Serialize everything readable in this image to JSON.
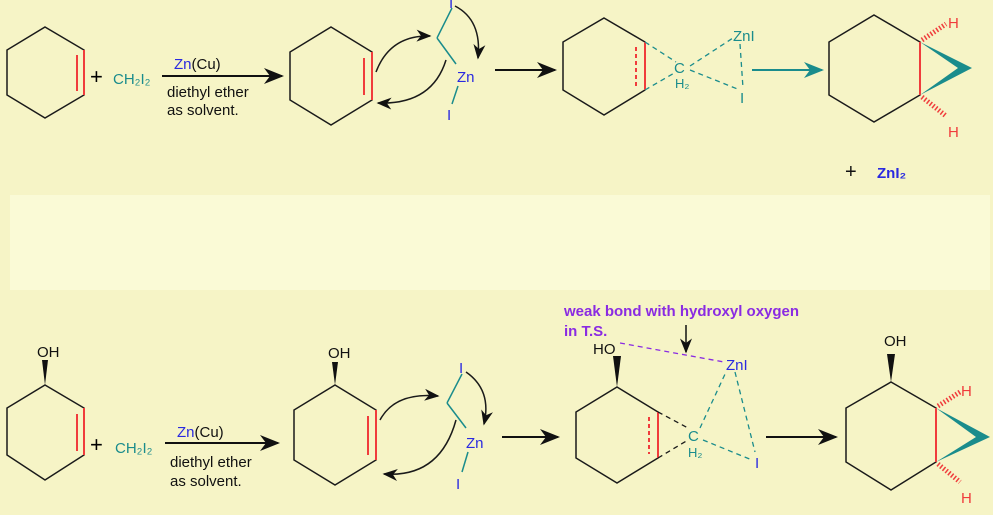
{
  "colors": {
    "background": "#f6f4c6",
    "band": "#fafad6",
    "alkene_bond": "#f03c3c",
    "carbenoid": "#1a8c8c",
    "zinc": "#2a2ae0",
    "annotation": "#8a2be2",
    "hydrogen": "#f03c3c"
  },
  "top": {
    "plus": "+",
    "reagent": "CH₂I₂",
    "arrow_above": "Zn(Cu)",
    "arrow_below_1": "diethyl ether",
    "arrow_below_2": "as solvent.",
    "carbenoid_i_top": "I",
    "carbenoid_zn": "Zn",
    "carbenoid_i_bottom": "I",
    "ts_c": "C",
    "ts_h2": "H₂",
    "ts_zni": "ZnI",
    "ts_i": "I",
    "product_h_top": "H",
    "product_h_bottom": "H",
    "byproduct_plus": "+",
    "byproduct": "ZnI₂"
  },
  "bottom": {
    "sm_oh": "OH",
    "plus": "+",
    "reagent": "CH₂I₂",
    "arrow_above": "Zn(Cu)",
    "arrow_below_1": "diethyl ether",
    "arrow_below_2": "as solvent.",
    "int_oh": "OH",
    "carbenoid_i_top": "I",
    "carbenoid_zn": "Zn",
    "carbenoid_i_bottom": "I",
    "ts_ho": "HO",
    "ts_c": "C",
    "ts_h2": "H₂",
    "ts_zni": "ZnI",
    "ts_i": "I",
    "annotation_1": "weak bond with hydroxyl oxygen",
    "annotation_2": "in T.S.",
    "product_oh": "OH",
    "product_h_top": "H",
    "product_h_bottom": "H"
  }
}
